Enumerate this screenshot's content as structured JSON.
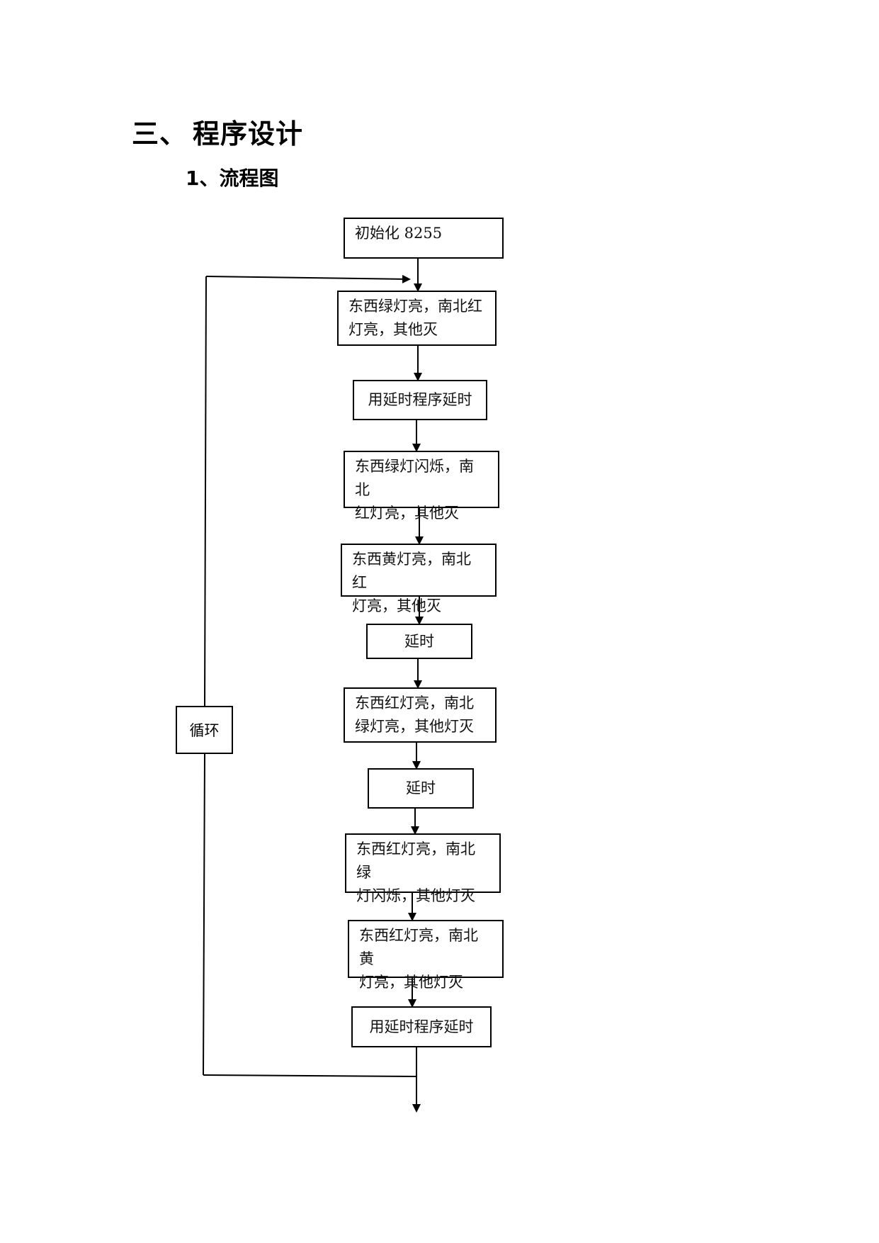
{
  "heading": {
    "number": "三、",
    "title": "程序设计"
  },
  "subheading": "1、流程图",
  "flowchart": {
    "nodes": [
      {
        "id": "init",
        "lines": [
          "初始化 8255"
        ]
      },
      {
        "id": "ew-green-on",
        "lines": [
          "东西绿灯亮，南北红",
          "灯亮，其他灭"
        ]
      },
      {
        "id": "delay-program-1",
        "lines": [
          "用延时程序延时"
        ]
      },
      {
        "id": "ew-green-flash",
        "lines": [
          "东西绿灯闪烁，南北",
          "红灯亮，其他灭"
        ]
      },
      {
        "id": "ew-yellow-on",
        "lines": [
          "东西黄灯亮，南北红",
          "灯亮，其他灭"
        ]
      },
      {
        "id": "delay-1",
        "lines": [
          "延时"
        ]
      },
      {
        "id": "ns-green-on",
        "lines": [
          "东西红灯亮，南北",
          "绿灯亮，其他灯灭"
        ]
      },
      {
        "id": "delay-2",
        "lines": [
          "延时"
        ]
      },
      {
        "id": "ns-green-flash",
        "lines": [
          "东西红灯亮，南北绿",
          "灯闪烁，其他灯灭"
        ]
      },
      {
        "id": "ns-yellow-on",
        "lines": [
          "东西红灯亮，南北黄",
          "灯亮，其他灯灭"
        ]
      },
      {
        "id": "delay-program-2",
        "lines": [
          "用延时程序延时"
        ]
      }
    ],
    "loop_label": "循环"
  }
}
